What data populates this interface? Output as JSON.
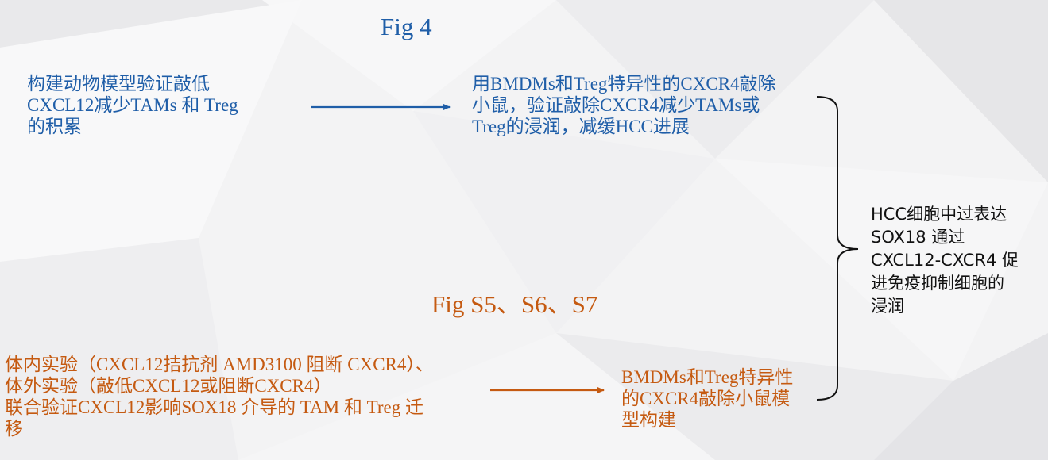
{
  "fig4": {
    "title": "Fig 4",
    "left_text": "构建动物模型验证敲低\nCXCL12减少TAMs 和 Treg\n的积累",
    "right_text": "用BMDMs和Treg特异性的CXCR4敲除\n小鼠，验证敲除CXCR4减少TAMs或\nTreg的浸润，减缓HCC进展"
  },
  "figS": {
    "title": "Fig S5、S6、S7",
    "left_text": "体内实验（CXCL12拮抗剂 AMD3100 阻断 CXCR4）、\n体外实验（敲低CXCL12或阻断CXCR4）\n联合验证CXCL12影响SOX18 介导的 TAM 和 Treg 迁\n移",
    "right_text": "BMDMs和Treg特异性\n的CXCR4敲除小鼠模\n型构建"
  },
  "conclusion": {
    "text": "HCC细胞中过表达\nSOX18 通过\nCXCL12-CXCR4 促\n进免疫抑制细胞的\n浸润"
  },
  "colors": {
    "blue": "#1f5ea8",
    "orange": "#c55a11",
    "dark": "#111111"
  }
}
